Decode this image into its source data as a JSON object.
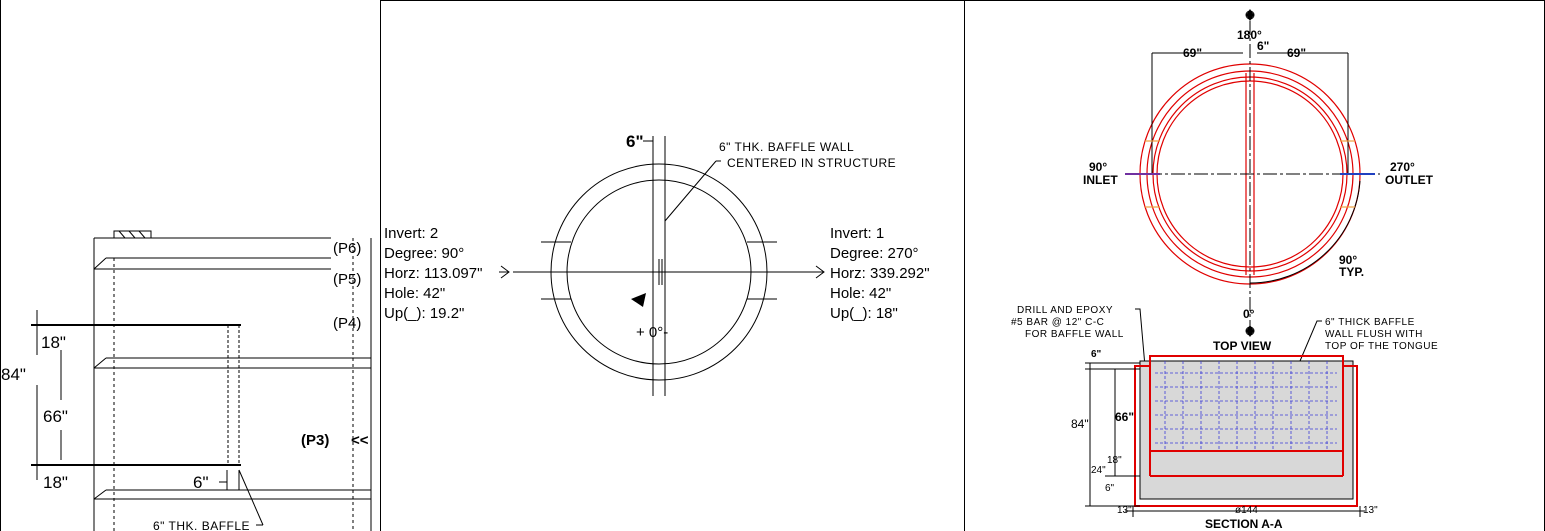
{
  "left_panel": {
    "pipes": [
      "(P6)",
      "(P5)",
      "(P4)",
      "(P3)"
    ],
    "flow_arrow": "<<",
    "dims": {
      "total": "84\"",
      "top_slab": "18\"",
      "middle": "66\"",
      "bottom_slab": "18\"",
      "baffle_thickness": "6\""
    },
    "baffle_note": "6\" THK. BAFFLE"
  },
  "middle_panel": {
    "baffle_dim": "6\"",
    "baffle_note_line1": "6\" THK. BAFFLE WALL",
    "baffle_note_line2": "CENTERED IN STRUCTURE",
    "zero_label": "+ 0°-",
    "invert_left": {
      "invert": "Invert: 2",
      "degree": "Degree: 90°",
      "horz": "Horz: 113.097\"",
      "hole": "Hole: 42\"",
      "up": "Up(_): 19.2\""
    },
    "invert_right": {
      "invert": "Invert: 1",
      "degree": "Degree: 270°",
      "horz": "Horz: 339.292\"",
      "hole": "Hole: 42\"",
      "up": "Up(_): 18\""
    }
  },
  "right_panel": {
    "top_view": {
      "angle_top": "180°",
      "dim_left": "69\"",
      "dim_center": "6\"",
      "dim_right": "69\"",
      "inlet_angle": "90°",
      "inlet_label": "INLET",
      "outlet_angle": "270°",
      "outlet_label": "OUTLET",
      "typ_angle": "90°",
      "typ_label": "TYP.",
      "angle_bottom": "0°",
      "title": "TOP VIEW"
    },
    "drill_note": [
      "DRILL AND EPOXY",
      "#5 BAR @ 12\" C-C",
      "FOR BAFFLE WALL"
    ],
    "baffle_note": [
      "6\" THICK BAFFLE",
      "WALL FLUSH WITH",
      "TOP OF THE TONGUE"
    ],
    "section": {
      "top_dim": "6\"",
      "height": "84\"",
      "inner": "66\"",
      "lower": "24\"",
      "slab": "18\"",
      "base": "6\"",
      "wall_left": "13\"",
      "diameter": "ø144",
      "wall_right": "13\"",
      "title": "SECTION A-A"
    }
  }
}
